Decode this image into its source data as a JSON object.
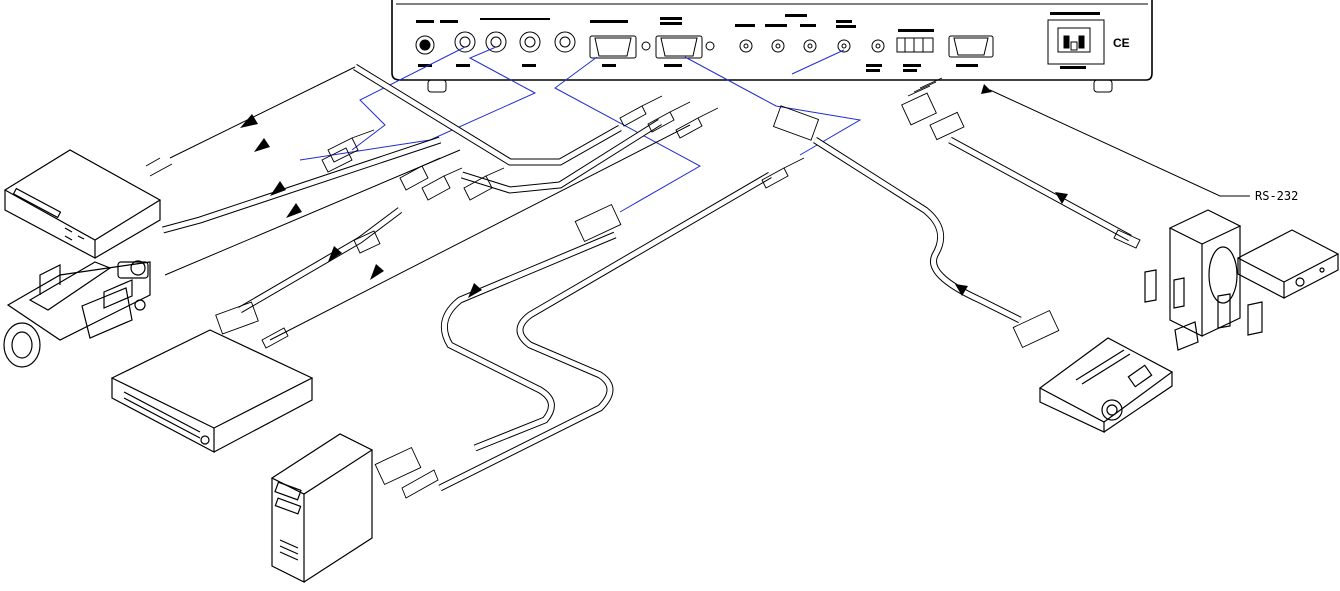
{
  "callouts": {
    "serial_port_label": "RS-232"
  },
  "device_panel": {
    "ce_mark": "CE"
  },
  "colors": {
    "line_art": "#000000",
    "wire_link": "#1f2fd0",
    "background": "#ffffff"
  },
  "icons": [
    "scaler-unit-rear-panel",
    "dvd-player-icon",
    "camcorder-icon",
    "vcr-icon",
    "pc-tower-icon",
    "video-projector-icon",
    "speaker-system-icon",
    "amplifier-icon"
  ]
}
